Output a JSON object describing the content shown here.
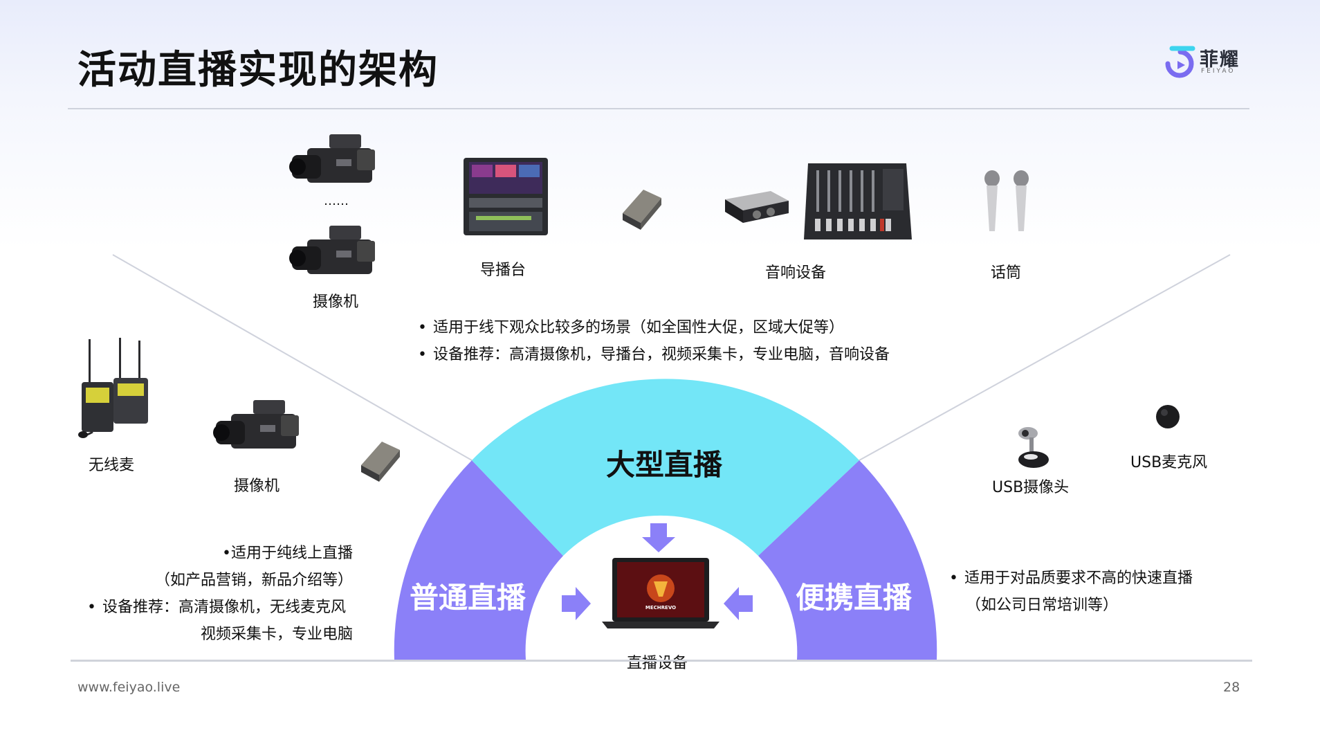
{
  "header": {
    "title": "活动直播实现的架构"
  },
  "logo": {
    "cn": "菲耀",
    "en": "FEIYAO"
  },
  "large": {
    "title": "大型直播",
    "devices": {
      "camera": "摄像机",
      "ellipsis": "……",
      "switcher": "导播台",
      "audio": "音响设备",
      "mic": "话筒"
    },
    "bullets": [
      "适用于线下观众比较多的场景（如全国性大促，区域大促等）",
      "设备推荐：高清摄像机，导播台，视频采集卡，专业电脑，音响设备"
    ]
  },
  "normal": {
    "title": "普通直播",
    "devices": {
      "wireless_mic": "无线麦",
      "camera": "摄像机"
    },
    "bullets": [
      {
        "bullet": "•",
        "text": "适用于纯线上直播"
      },
      {
        "bullet": "",
        "text": "（如产品营销，新品介绍等）"
      },
      {
        "bullet": "•",
        "text": "设备推荐：高清摄像机，无线麦克风"
      },
      {
        "bullet": "",
        "text": "视频采集卡，专业电脑"
      }
    ]
  },
  "portable": {
    "title": "便携直播",
    "devices": {
      "usb_camera": "USB摄像头",
      "usb_mic": "USB麦克风"
    },
    "bullets": [
      {
        "bullet": "•",
        "text": "适用于对品质要求不高的快速直播"
      },
      {
        "bullet": "",
        "text": "（如公司日常培训等）"
      }
    ]
  },
  "center": {
    "label": "直播设备",
    "laptop_brand": "MECHREVO"
  },
  "footer": {
    "url": "www.feiyao.live",
    "page": "28"
  },
  "colors": {
    "cyan": "#73e6f7",
    "purple": "#8b80f8",
    "accent": "#7a6cf0"
  }
}
